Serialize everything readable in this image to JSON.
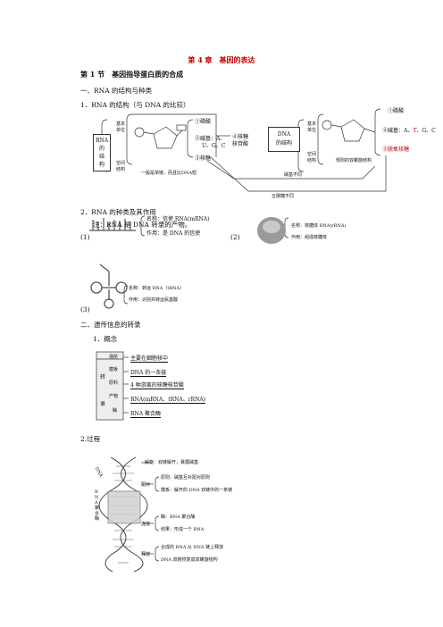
{
  "chapter_title": "第 4 章　基因的表达",
  "section_title": "第 1 节　基因指导蛋白质的合成",
  "part1": {
    "heading": "一、RNA 的结构与种类",
    "sub1": "1．RNA 的结构（与 DNA 的比较）",
    "rna_box": [
      "RNA",
      "的",
      "结",
      "构"
    ],
    "rna_basic_unit": [
      "基本",
      "单位"
    ],
    "rna_space": [
      "空间",
      "结构"
    ],
    "rna_space_text": "一般是单链，而且比DNA短",
    "rna_items": {
      "phosphate": "①磷酸",
      "bases": "②碱基：A、",
      "bases2": "U、G、C",
      "ribose": "③核糖",
      "ribonucleotide1": "④核糖",
      "ribonucleotide2": "核苷酸"
    },
    "dna_box": [
      "DNA",
      "的结构"
    ],
    "dna_basic_unit": [
      "基本",
      "单位"
    ],
    "dna_space": [
      "空间",
      "结构"
    ],
    "dna_space_text": "规则的双螺旋结构",
    "dna_items": {
      "phosphate": "①磷酸",
      "bases_prefix": "②碱基：",
      "bases_a": "A、",
      "bases_t": "T",
      "bases_rest": "、G、C",
      "deoxyribose": "③脱氧核糖"
    },
    "diff1": "碱基不同",
    "diff2": "五碳糖不同",
    "sub2": "2．RNA 的种类及其作用",
    "note": "注：RNA 是 DNA 转录的产物。",
    "mrna": {
      "label": "(1)",
      "name": "名称：信使 RNA(mRNA)",
      "func": "作用：是 DNA 的信使"
    },
    "rrna": {
      "label": "(2)",
      "name": "名称：核糖体 RNA(rRNA)",
      "func": "作用：组成核糖体"
    },
    "trna": {
      "label": "(3)",
      "name": "名称：转运 RNA（tRNA）",
      "func": "作用：识别并转运氨基酸"
    }
  },
  "part2": {
    "heading": "二、遗传信息的转录",
    "sub1": "1．概念",
    "concept_root": [
      "转",
      "录"
    ],
    "concept_rows": [
      {
        "key": "场所",
        "value": "主要在细胞核中"
      },
      {
        "key": "模板",
        "value": "DNA 的一条链"
      },
      {
        "key": "原料",
        "value": "4 种游离的核糖核苷酸"
      },
      {
        "key": "产物",
        "value": "RNA(mRNA、tRNA、rRNA)"
      },
      {
        "key": "酶",
        "value": "RNA 聚合酶"
      }
    ],
    "sub2": "2.过程",
    "process_labels": {
      "dna": "DNA",
      "rna": "RNA聚合酶"
    },
    "steps": [
      {
        "key": "解旋",
        "lines": [
          "解旋：双链解开，暴露碱基"
        ]
      },
      {
        "key": "配对",
        "lines": [
          "原则：碱基互补配对原则",
          "模板：解开的 DNA 双链中的一条链"
        ]
      },
      {
        "key": "连接",
        "lines": [
          "酶：RNA 聚合酶",
          "结果：形成一个 RNA"
        ]
      },
      {
        "key": "释放",
        "lines": [
          "合成的 RNA 从 DNA 链上释放",
          "DNA 双链恢复成双螺旋结构"
        ]
      }
    ]
  }
}
